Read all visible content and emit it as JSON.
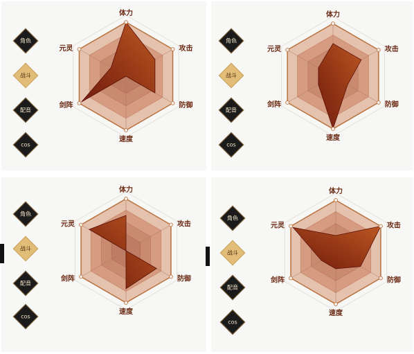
{
  "menu": [
    {
      "label": "角色",
      "active": false
    },
    {
      "label": "战斗",
      "active": true
    },
    {
      "label": "配音",
      "active": false
    },
    {
      "label": "cos",
      "active": false
    }
  ],
  "axes": [
    "体力",
    "攻击",
    "防御",
    "速度",
    "剑阵",
    "元灵"
  ],
  "colors": {
    "fill_dark": "#6e1508",
    "fill_light": "#b8531c",
    "hex_outer": "#e5c2ae",
    "hex_inner": "#d59c82",
    "border": "#b8703c",
    "button_dark": "#1b1b1b",
    "button_active": "#e2bd77"
  },
  "chart_data": [
    {
      "type": "radar",
      "axes": [
        "体力",
        "攻击",
        "防御",
        "速度",
        "剑阵",
        "元灵"
      ],
      "values": [
        1.0,
        0.62,
        0.62,
        0.0,
        0.95,
        0.32
      ]
    },
    {
      "type": "radar",
      "axes": [
        "体力",
        "攻击",
        "防御",
        "速度",
        "剑阵",
        "元灵"
      ],
      "values": [
        0.62,
        0.62,
        0.32,
        1.0,
        0.32,
        0.32
      ]
    },
    {
      "type": "radar",
      "axes": [
        "体力",
        "攻击",
        "防御",
        "速度",
        "剑阵",
        "元灵"
      ],
      "values": [
        0.68,
        0.0,
        0.68,
        0.73,
        0.0,
        0.82
      ]
    },
    {
      "type": "radar",
      "axes": [
        "体力",
        "攻击",
        "防御",
        "速度",
        "剑阵",
        "元灵"
      ],
      "values": [
        0.32,
        1.0,
        0.55,
        0.32,
        0.32,
        0.95
      ]
    }
  ]
}
